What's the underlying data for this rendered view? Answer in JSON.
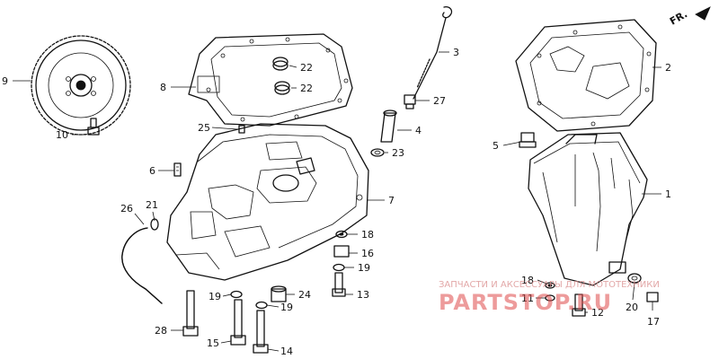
{
  "diagram": {
    "direction_label": "FR.",
    "callouts": {
      "p1": "1",
      "p2": "2",
      "p3": "3",
      "p4": "4",
      "p5": "5",
      "p6": "6",
      "p7": "7",
      "p8": "8",
      "p9": "9",
      "p10": "10",
      "p11": "11",
      "p12": "12",
      "p13": "13",
      "p14": "14",
      "p15": "15",
      "p16": "16",
      "p17": "17",
      "p18a": "18",
      "p18b": "18",
      "p19a": "19",
      "p19b": "19",
      "p19c": "19",
      "p20": "20",
      "p21": "21",
      "p22a": "22",
      "p22b": "22",
      "p23": "23",
      "p24": "24",
      "p25": "25",
      "p26": "26",
      "p27": "27",
      "p28": "28"
    }
  },
  "watermark": {
    "caption": "ЗАПЧАСТИ И АКСЕССУАРЫ ДЛЯ МОТОТЕХНИКИ",
    "brand": "PARTSTOP.RU"
  }
}
